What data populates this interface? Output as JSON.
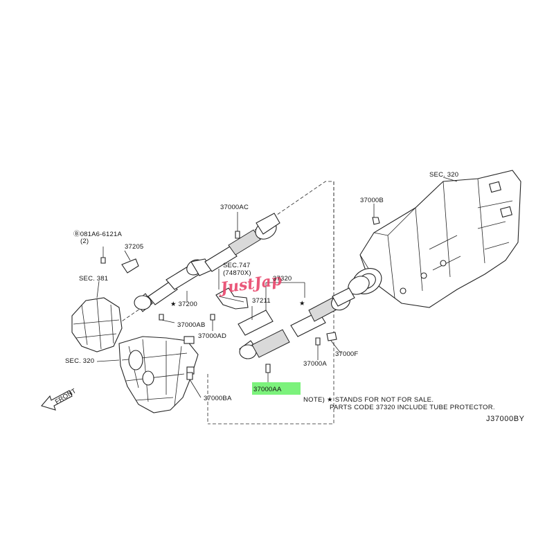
{
  "diagram": {
    "code": "J37000BY",
    "watermark": "JustJap",
    "highlight_color": "#7cf27c",
    "watermark_color": "#e8456b",
    "labels": {
      "sec320_rear": "SEC. 320",
      "sec320_front": "SEC. 320",
      "sec381": "SEC. 381",
      "sec747": "SEC.747",
      "sec747_sub": "(74870X)",
      "p37000AC": "37000AC",
      "p37000B": "37000B",
      "p081A6": "Ⓑ081A6-6121A",
      "p081A6_qty": "(2)",
      "p37205": "37205",
      "p37320": "37320",
      "p37211": "37211",
      "p37200": "★ 37200",
      "p37000AB": "37000AB",
      "p37000AD": "37000AD",
      "p37000F": "37000F",
      "p37000A": "37000A",
      "p37000AA": "37000AA",
      "p37000BA": "37000BA",
      "front": "FRONT"
    },
    "star_marker": "★",
    "note_line1": "NOTE) ★ STANDS FOR NOT FOR SALE.",
    "note_line2": "PARTS CODE 37320 INCLUDE TUBE PROTECTOR."
  }
}
